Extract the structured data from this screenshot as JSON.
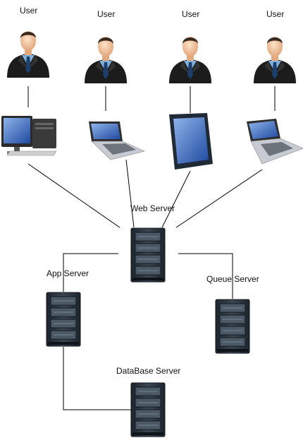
{
  "users": [
    {
      "label": "User",
      "device": "desktop-computer-icon"
    },
    {
      "label": "User",
      "device": "laptop-icon"
    },
    {
      "label": "User",
      "device": "tablet-icon"
    },
    {
      "label": "User",
      "device": "laptop-icon"
    }
  ],
  "servers": {
    "web": "Web Server",
    "app": "App Server",
    "queue": "Queue Server",
    "database": "DataBase Server"
  },
  "icons": {
    "user": "businessman-icon",
    "server": "server-rack-icon"
  },
  "colors": {
    "line": "#000000",
    "suit": "#1c1c1c",
    "shirt": "#4a90c8",
    "skin": "#f1c9a5",
    "rack": "#2a3440",
    "screen": "#3f6fbf"
  }
}
